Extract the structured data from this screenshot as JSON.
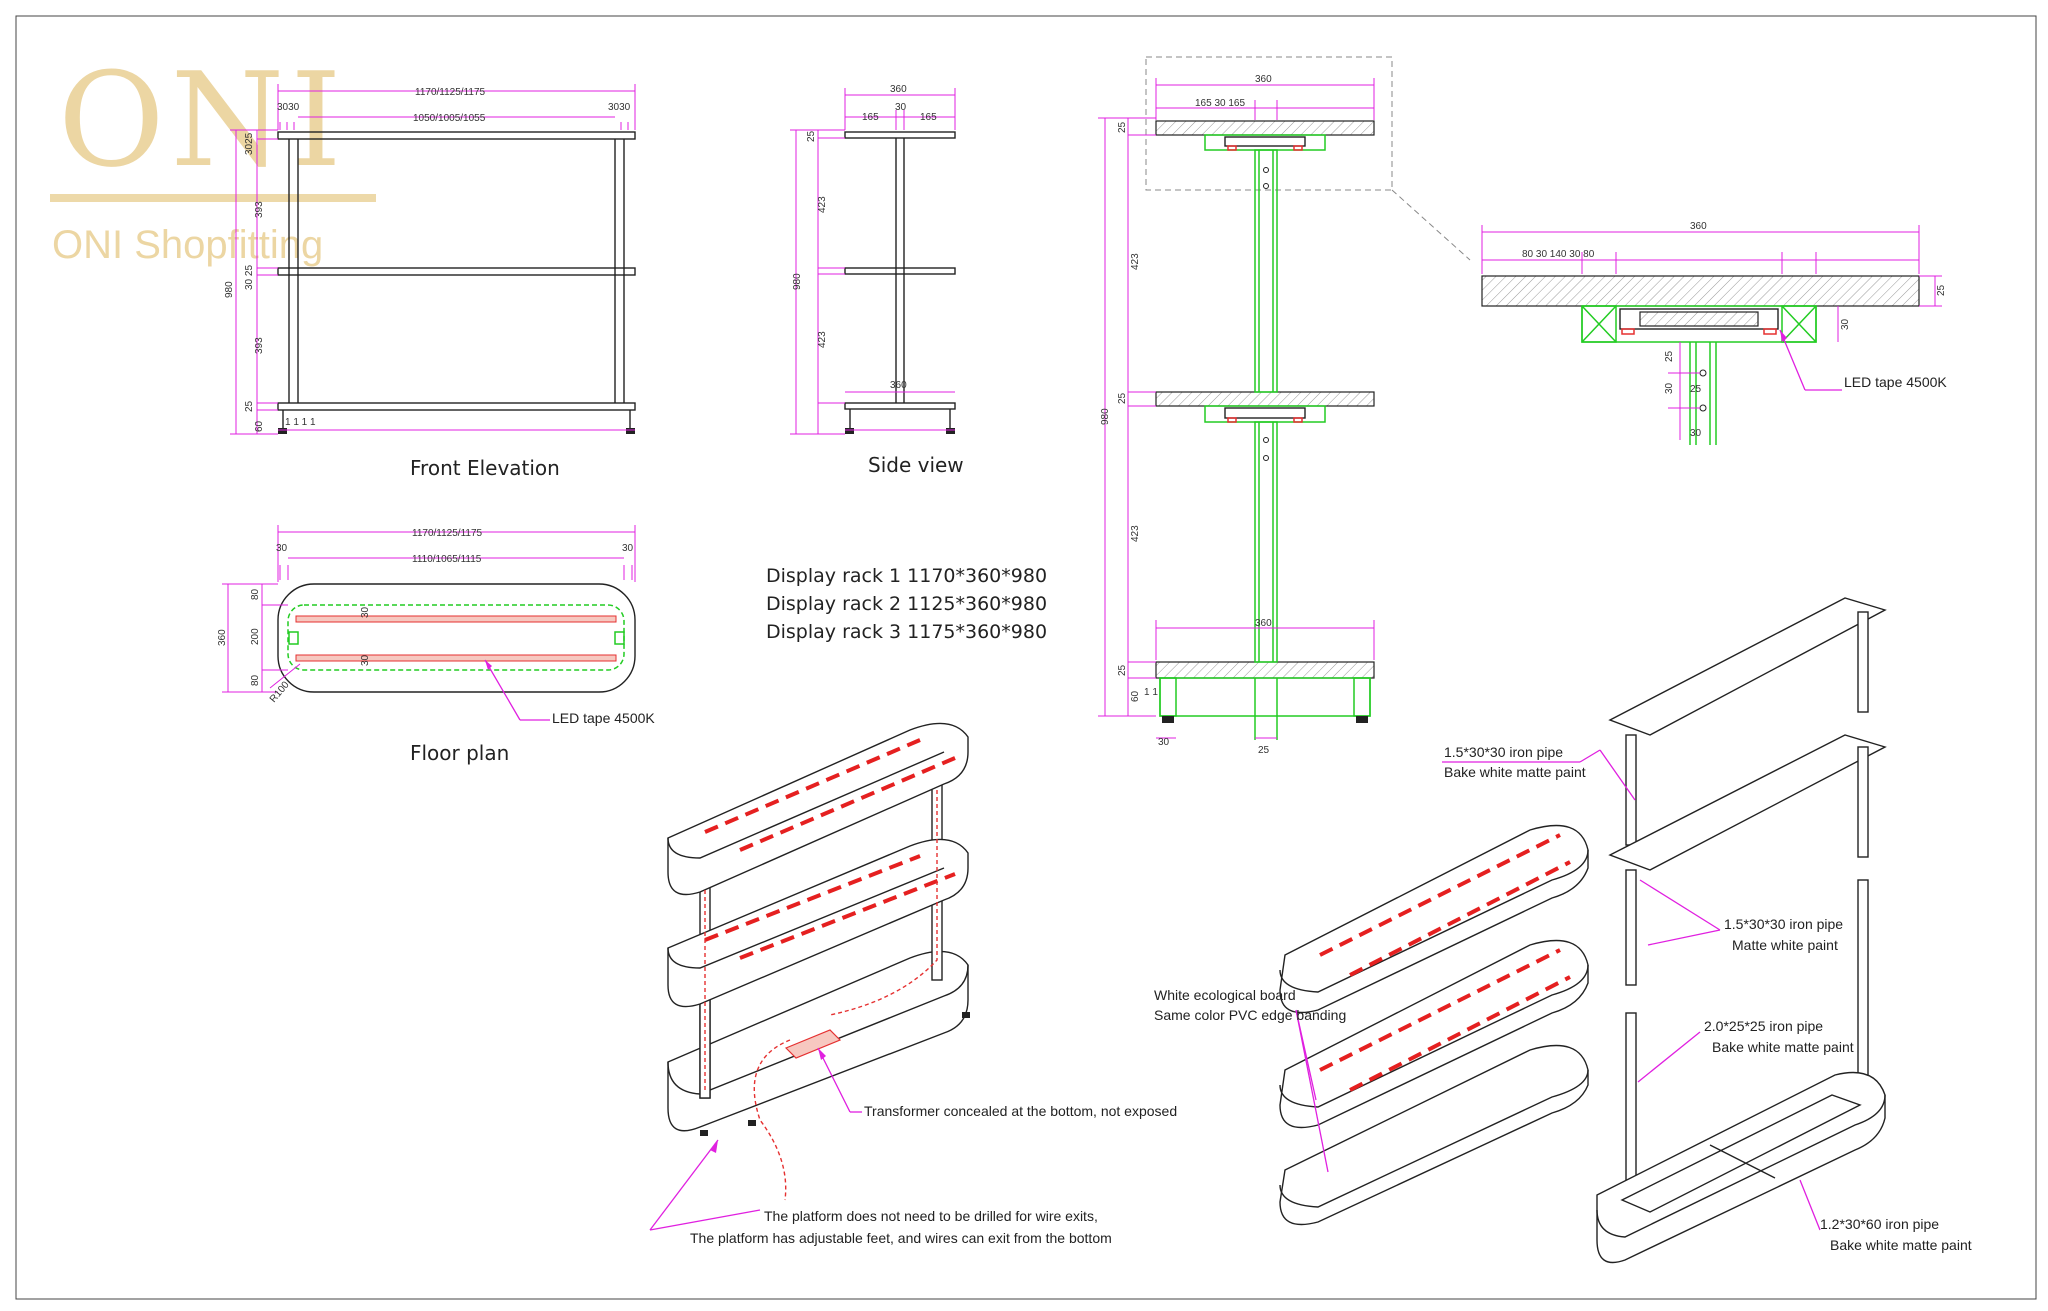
{
  "logo": {
    "mark": "ONI",
    "subtitle": "ONI Shopfitting"
  },
  "views": {
    "front_elevation": "Front Elevation",
    "side_view": "Side view",
    "floor_plan": "Floor plan"
  },
  "specs": [
    "Display rack 1 1170*360*980",
    "Display rack 2 1125*360*980",
    "Display rack 3 1175*360*980"
  ],
  "front_dims": {
    "overall_width": "1170/1125/1175",
    "inner_width": "1050/1005/1055",
    "left_ends": "3030",
    "right_ends": "3030",
    "top_side": "3025",
    "mid_side": "30 25",
    "h1": "393",
    "h2": "393",
    "bottom": "25",
    "feet": "60",
    "height": "980",
    "foot_ticks": "1 1 1 1"
  },
  "side_dims": {
    "width": "360",
    "left": "165",
    "post": "30",
    "right": "165",
    "shelf": "25",
    "gap1": "423",
    "gap2": "423",
    "height": "980",
    "base": "360"
  },
  "plan_dims": {
    "width": "1170/1125/1175",
    "inner": "1110/1065/1115",
    "left": "30",
    "right": "30",
    "depth": "360",
    "a": "80",
    "b": "200",
    "c": "80",
    "radius": "R100",
    "gap_top": "30",
    "gap_bottom": "30",
    "led": "LED tape 4500K"
  },
  "section_dims": {
    "width": "360",
    "split": "165 30 165",
    "top": "25",
    "g1": "423",
    "mid": "25",
    "g2": "423",
    "bot": "25",
    "feet": "60",
    "total": "980",
    "base_width": "360",
    "post_w": "30",
    "pipe_w": "25",
    "ticks": "1 1"
  },
  "detail_dims": {
    "width": "360",
    "split": "80 30 140 30 80",
    "board": "25",
    "rail": "30",
    "p1": "25",
    "p2": "30",
    "p3": "25",
    "p4": "30",
    "led": "LED tape 4500K"
  },
  "notes": {
    "transformer": "Transformer concealed at the bottom, not exposed",
    "platform_1": "The platform does not need to be drilled for wire exits,",
    "platform_2": "The platform has adjustable feet, and wires can exit from the bottom",
    "board_1": "White ecological board",
    "board_2": "Same color PVC edge banding",
    "pipe1_1": "1.5*30*30 iron pipe",
    "pipe1_2": "Bake white matte paint",
    "pipe2_1": "1.5*30*30 iron pipe",
    "pipe2_2": "Matte white paint",
    "pipe3_1": "2.0*25*25 iron pipe",
    "pipe3_2": "Bake white matte paint",
    "pipe4_1": "1.2*30*60 iron pipe",
    "pipe4_2": "Bake white matte paint"
  },
  "colors": {
    "dimension": "#e020e0",
    "led": "#e52020",
    "frame": "#22cc22",
    "logo": "#e9cf94"
  }
}
